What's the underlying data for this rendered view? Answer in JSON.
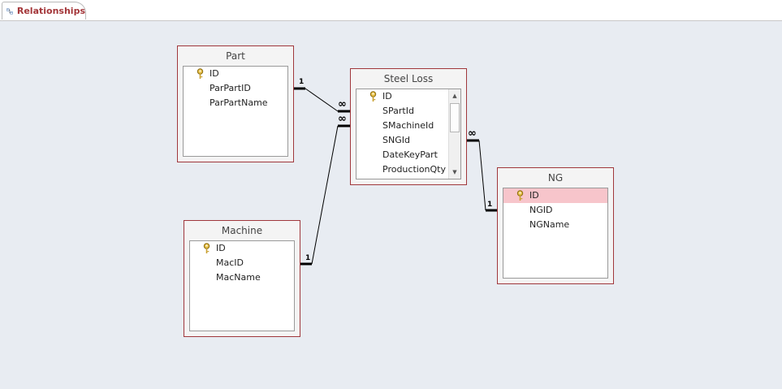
{
  "tab": {
    "label": "Relationships",
    "icon": "relationships-icon"
  },
  "tables": {
    "part": {
      "title": "Part",
      "fields": [
        "ID",
        "ParPartID",
        "ParPartName"
      ]
    },
    "steel_loss": {
      "title": "Steel Loss",
      "fields": [
        "ID",
        "SPartId",
        "SMachineId",
        "SNGId",
        "DateKeyPart",
        "ProductionQty"
      ]
    },
    "machine": {
      "title": "Machine",
      "fields": [
        "ID",
        "MacID",
        "MacName"
      ]
    },
    "ng": {
      "title": "NG",
      "fields": [
        "ID",
        "NGID",
        "NGName"
      ],
      "selected_field": "ID"
    }
  },
  "relationships": {
    "one_label": "1",
    "many_label": "∞"
  },
  "colors": {
    "tab_text": "#a4373a",
    "table_border": "#a0373c",
    "selected_field": "#f7c5cb",
    "canvas_bg": "#e8ecf2"
  }
}
